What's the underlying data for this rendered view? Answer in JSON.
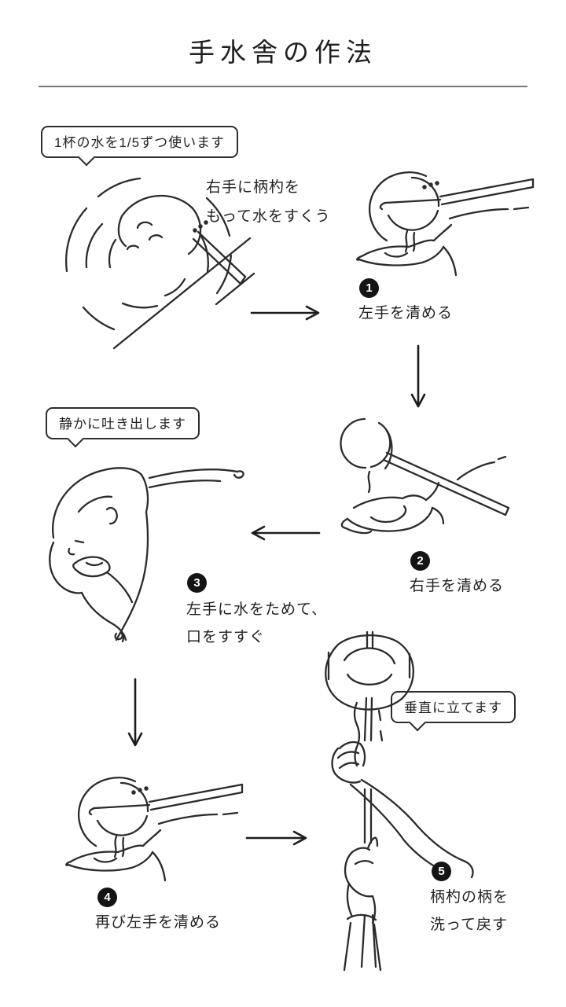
{
  "page": {
    "title": "手水舎の作法",
    "background": "#ffffff",
    "ink": "#1f1f1f",
    "sketch_line_color": "#2b2b2b",
    "badge_bg": "#141414",
    "badge_fg": "#ffffff"
  },
  "bubbles": {
    "water_usage": "1杯の水を1/5ずつ使います",
    "spit_quietly": "静かに吐き出します",
    "hold_vertical": "垂直に立てます"
  },
  "intro": {
    "caption_line1": "右手に柄杓を",
    "caption_line2": "もって水をすくう"
  },
  "steps": [
    {
      "num": "1",
      "label": "左手を清める"
    },
    {
      "num": "2",
      "label": "右手を清める"
    },
    {
      "num": "3",
      "label": "左手に水をためて、",
      "label2": "口をすすぐ"
    },
    {
      "num": "4",
      "label": "再び左手を清める"
    },
    {
      "num": "5",
      "label": "柄杓の柄を",
      "label2": "洗って戻す"
    }
  ],
  "icons": {
    "arrow_right": "→",
    "arrow_down": "↓",
    "arrow_left": "←"
  }
}
